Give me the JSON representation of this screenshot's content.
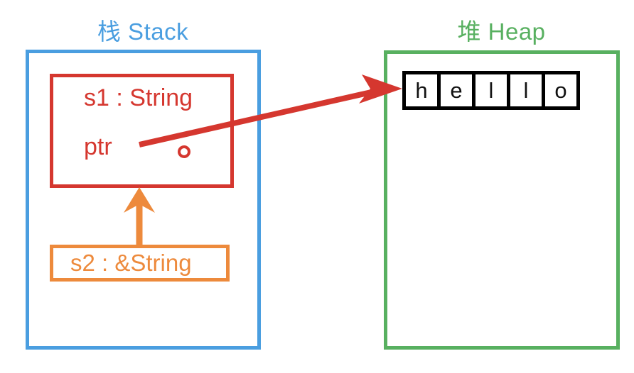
{
  "diagram": {
    "title_stack": "栈 Stack",
    "title_heap": "堆 Heap",
    "colors": {
      "stack_blue": "#4a9ee0",
      "heap_green": "#58b060",
      "owner_red": "#d5372f",
      "reference_orange": "#ed8a3c",
      "cell_black": "#000000",
      "background": "#ffffff"
    }
  },
  "stack": {
    "owner": {
      "name_label": "s1 : String",
      "pointer_label": "ptr"
    },
    "reference": {
      "label": "s2 : &String"
    }
  },
  "heap": {
    "string_value": "hello",
    "cells": [
      "h",
      "e",
      "l",
      "l",
      "o"
    ]
  }
}
